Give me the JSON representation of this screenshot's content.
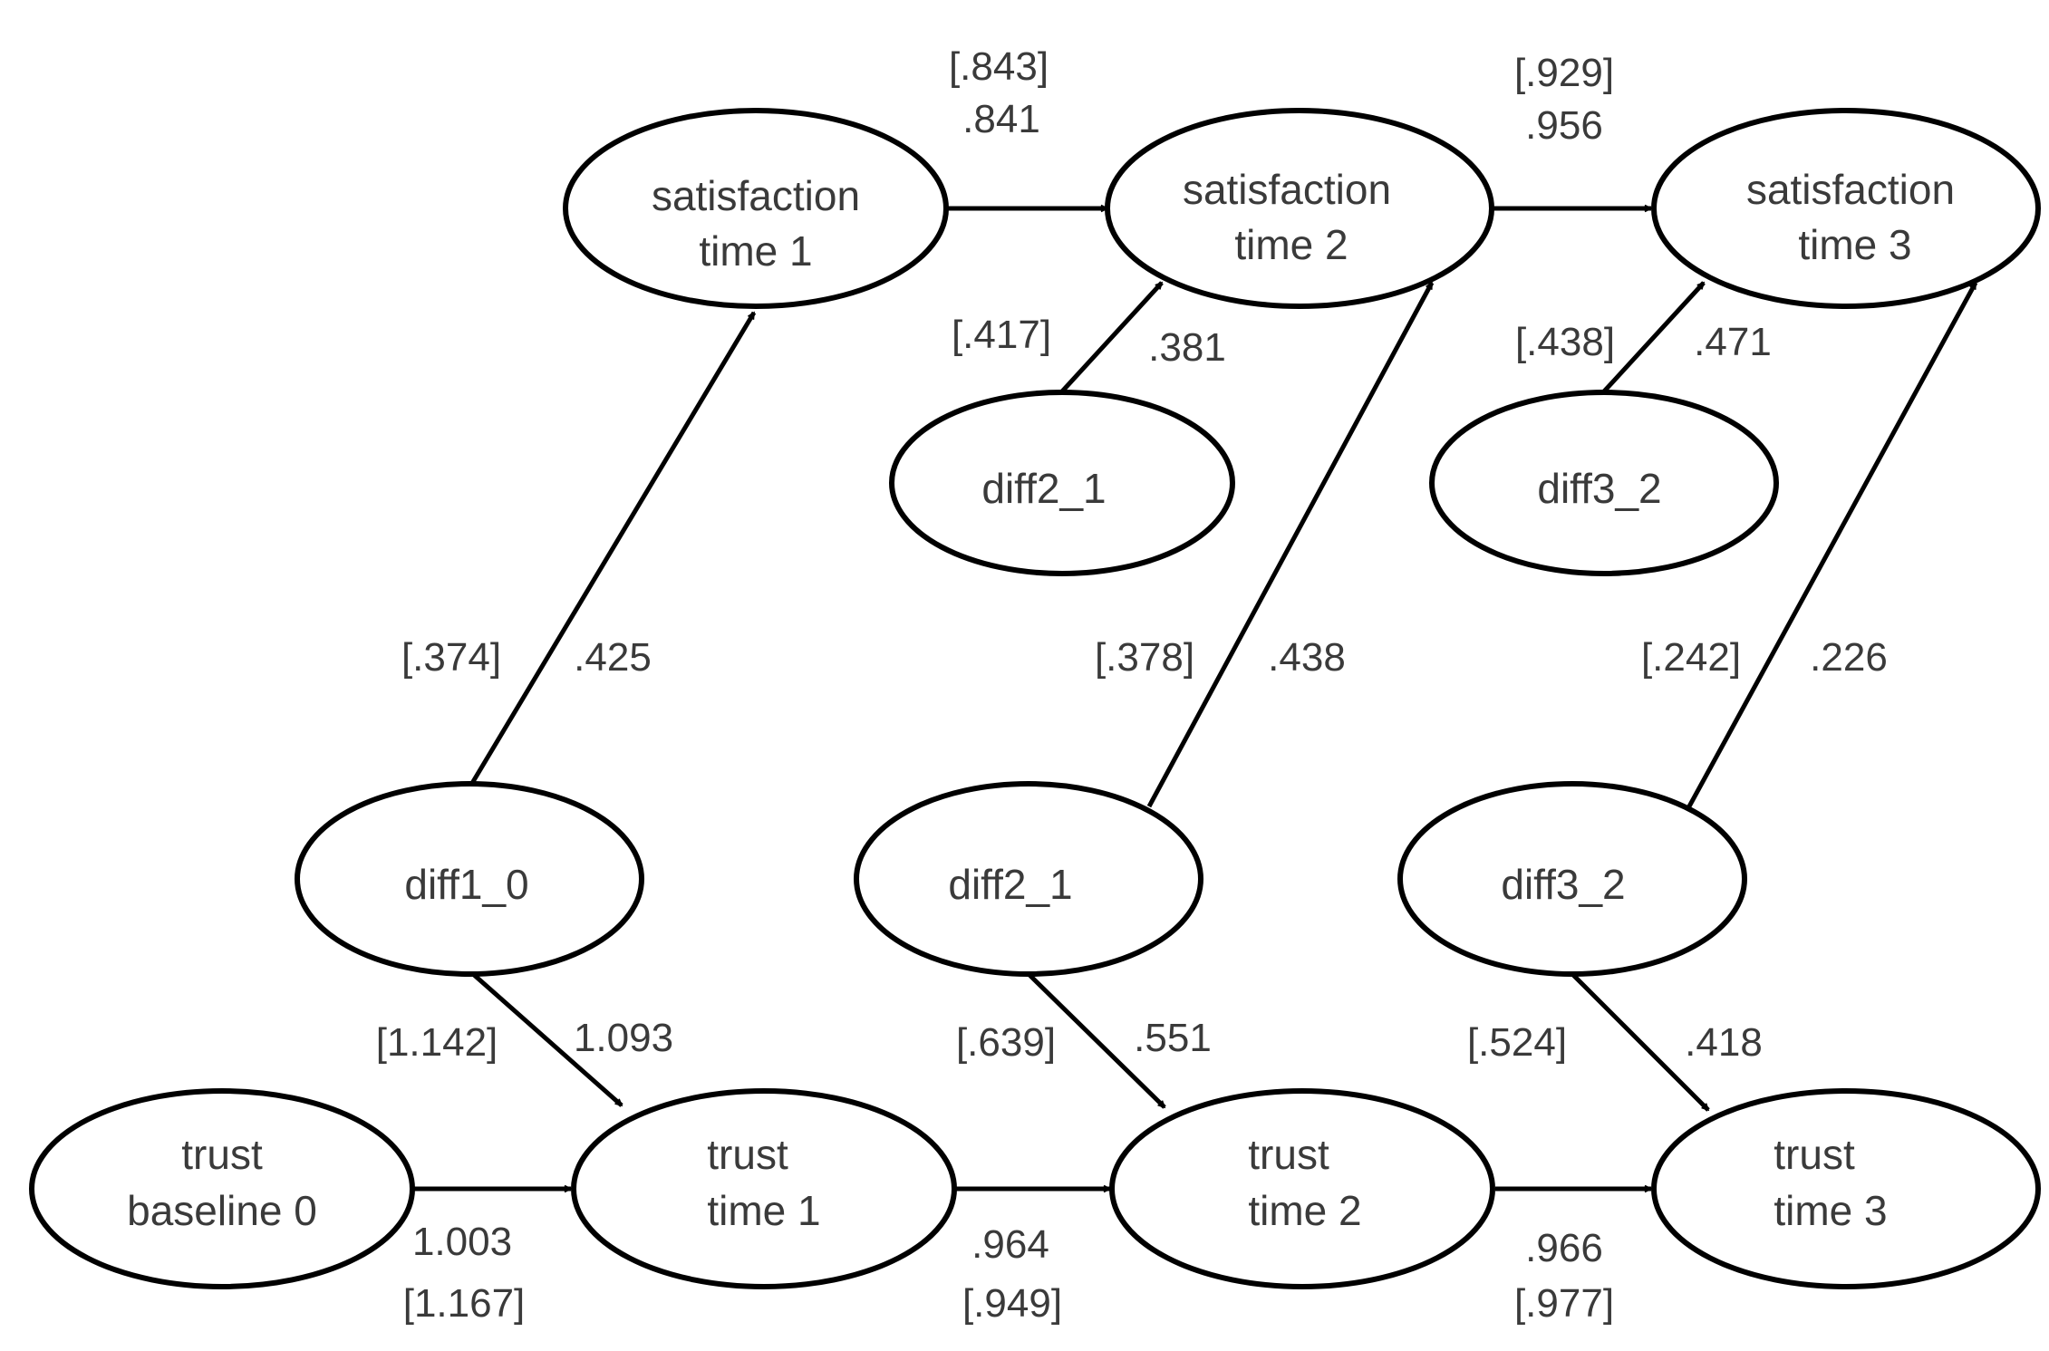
{
  "nodes": {
    "sat1": {
      "lines": [
        "satisfaction",
        "time 1"
      ]
    },
    "sat2": {
      "lines": [
        "satisfaction",
        "time 2"
      ]
    },
    "sat3": {
      "lines": [
        "satisfaction",
        "time 3"
      ]
    },
    "diff2_1_top": {
      "lines": [
        "diff2_1"
      ]
    },
    "diff3_2_top": {
      "lines": [
        "diff3_2"
      ]
    },
    "diff1_0": {
      "lines": [
        "diff1_0"
      ]
    },
    "diff2_1_bottom": {
      "lines": [
        "diff2_1"
      ]
    },
    "diff3_2_bottom": {
      "lines": [
        "diff3_2"
      ]
    },
    "trust0": {
      "lines": [
        "trust",
        "baseline 0"
      ]
    },
    "trust1": {
      "lines": [
        "trust",
        "time 1"
      ]
    },
    "trust2": {
      "lines": [
        "trust",
        "time 2"
      ]
    },
    "trust3": {
      "lines": [
        "trust",
        "time 3"
      ]
    }
  },
  "edges": [
    {
      "from": "sat1",
      "to": "sat2",
      "labels": [
        "[.843]",
        ".841"
      ]
    },
    {
      "from": "sat2",
      "to": "sat3",
      "labels": [
        "[.929]",
        ".956"
      ]
    },
    {
      "from": "diff2_1_top",
      "to": "sat2",
      "labels": [
        "[.417]",
        ".381"
      ]
    },
    {
      "from": "diff3_2_top",
      "to": "sat3",
      "labels": [
        "[.438]",
        ".471"
      ]
    },
    {
      "from": "diff1_0",
      "to": "sat1",
      "labels": [
        "[.374]",
        ".425"
      ]
    },
    {
      "from": "diff2_1_bottom",
      "to": "sat2",
      "labels": [
        "[.378]",
        ".438"
      ]
    },
    {
      "from": "diff3_2_bottom",
      "to": "sat3",
      "labels": [
        "[.242]",
        ".226"
      ]
    },
    {
      "from": "diff1_0",
      "to": "trust1",
      "labels": [
        "[1.142]",
        "1.093"
      ]
    },
    {
      "from": "diff2_1_bottom",
      "to": "trust2",
      "labels": [
        "[.639]",
        ".551"
      ]
    },
    {
      "from": "diff3_2_bottom",
      "to": "trust3",
      "labels": [
        "[.524]",
        ".418"
      ]
    },
    {
      "from": "trust0",
      "to": "trust1",
      "labels": [
        "1.003",
        "[1.167]"
      ]
    },
    {
      "from": "trust1",
      "to": "trust2",
      "labels": [
        ".964",
        "[.949]"
      ]
    },
    {
      "from": "trust2",
      "to": "trust3",
      "labels": [
        ".966",
        "[.977]"
      ]
    }
  ]
}
